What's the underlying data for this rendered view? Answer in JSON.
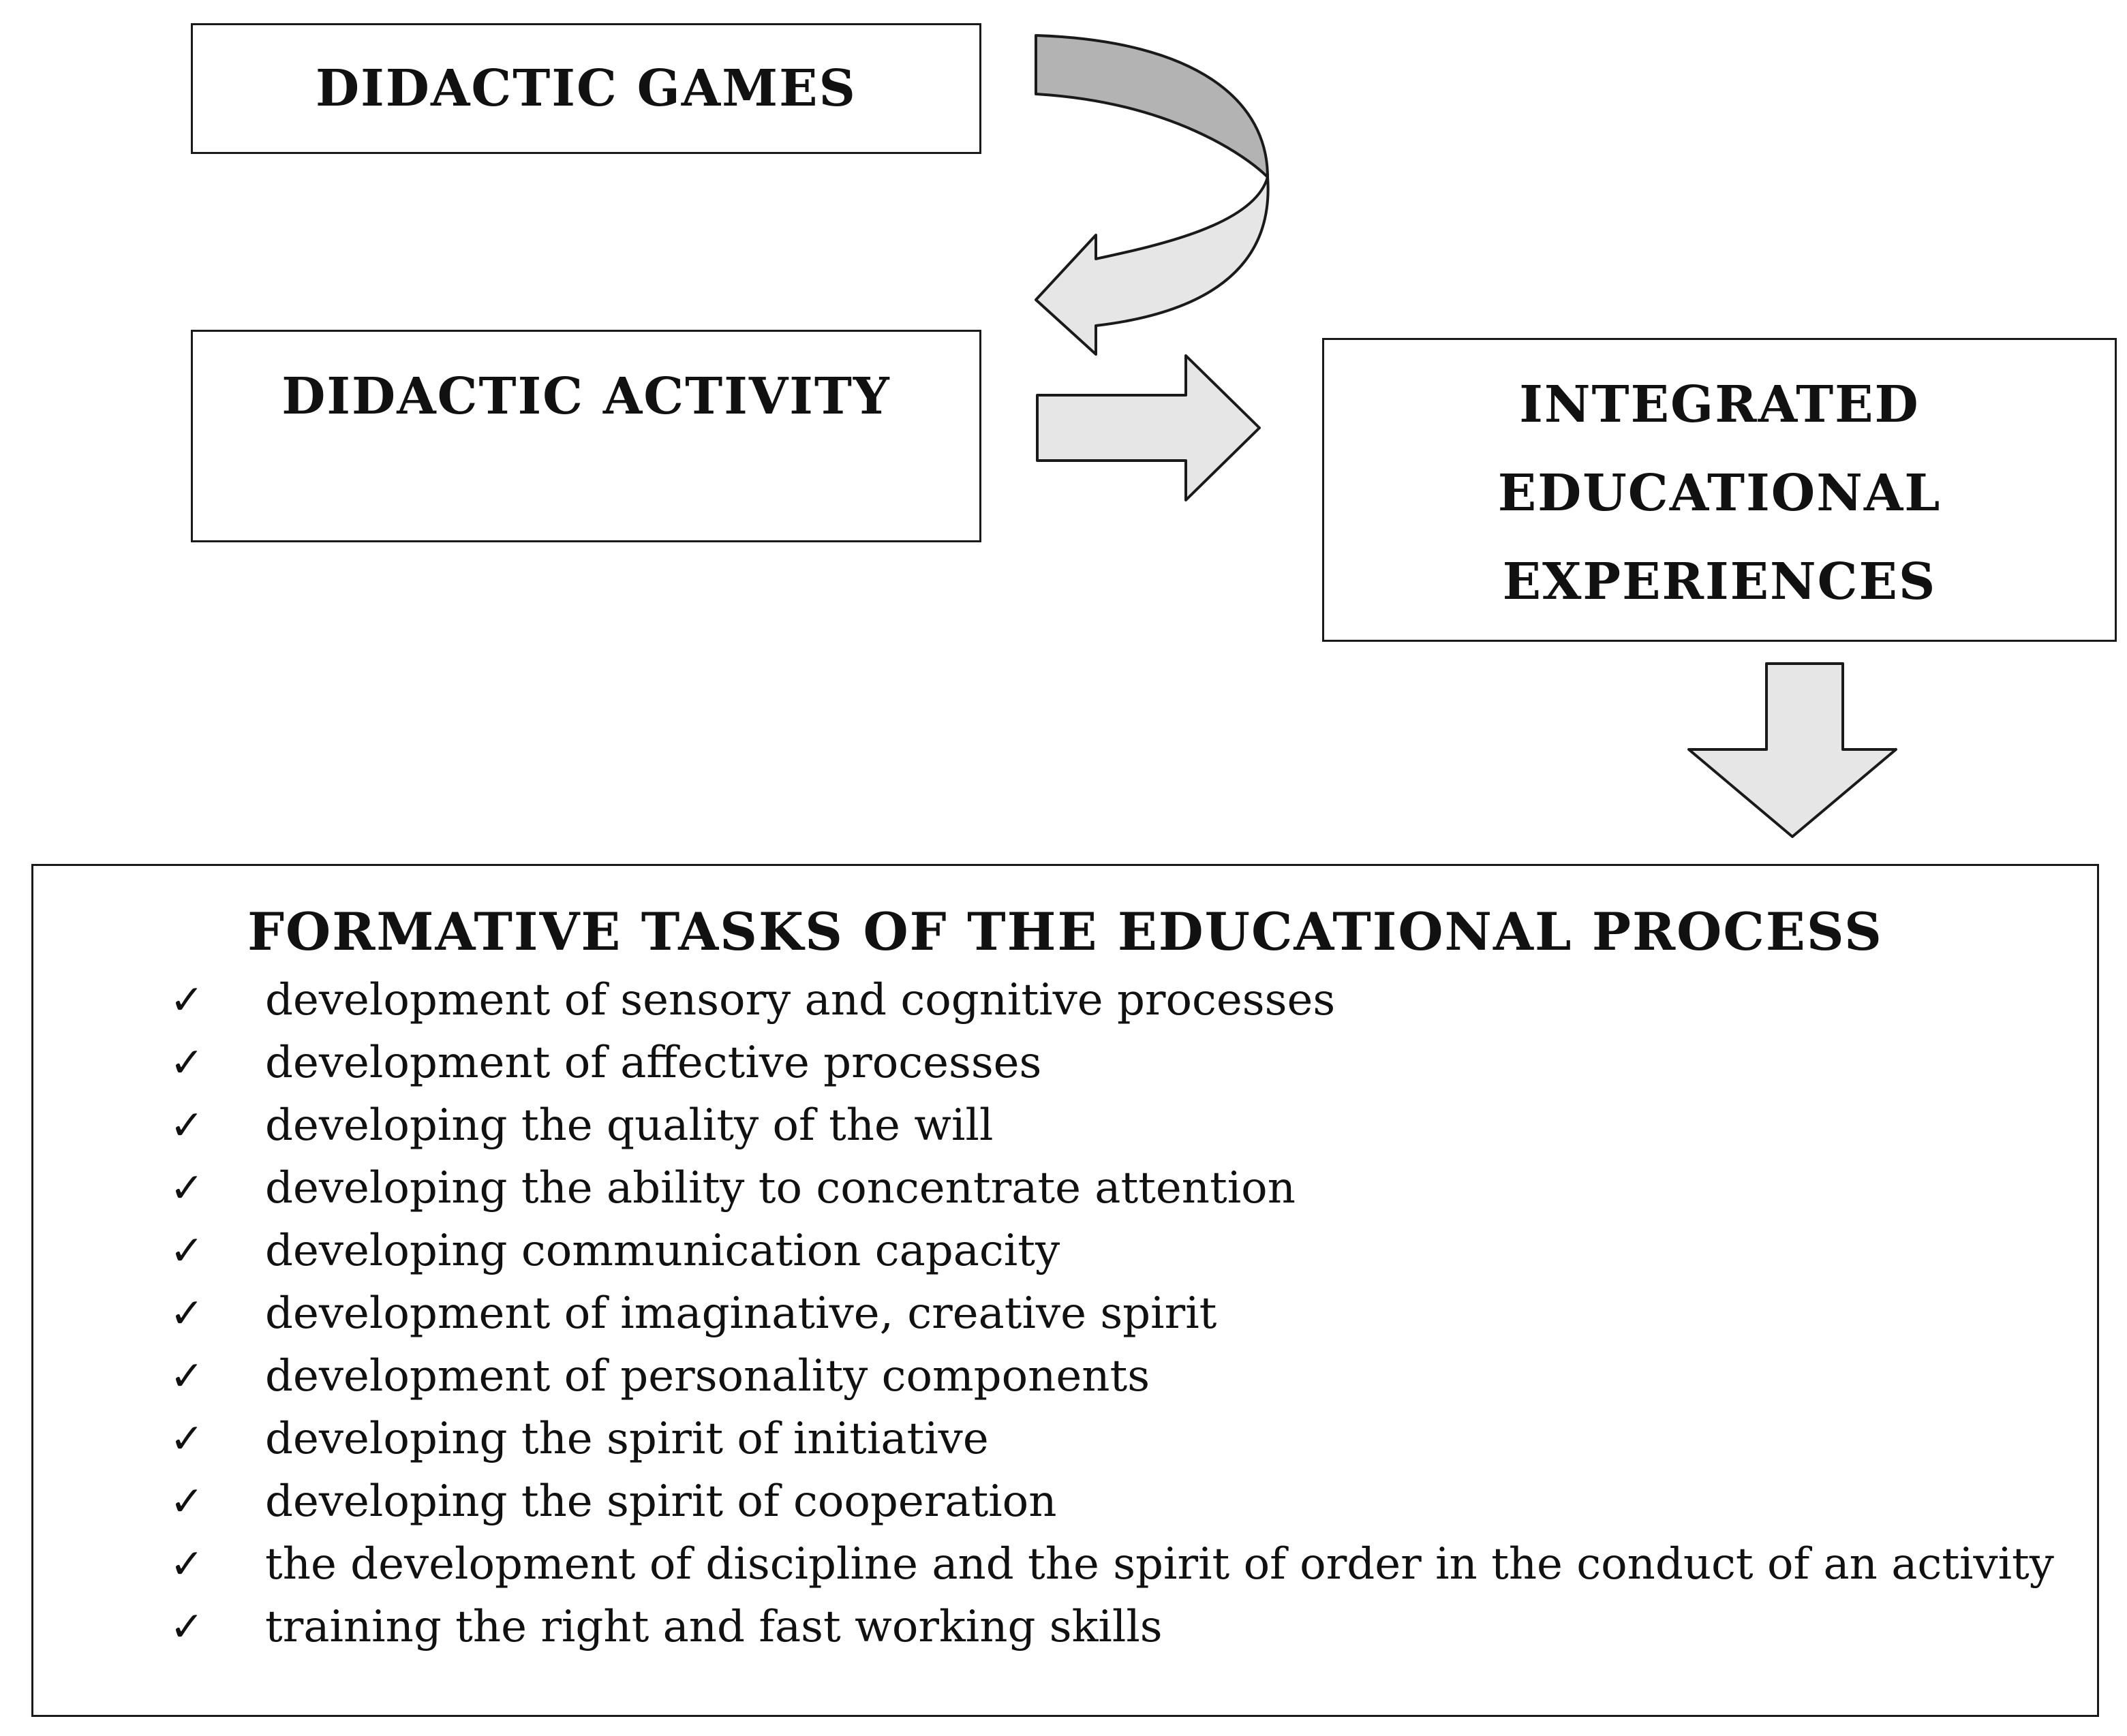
{
  "boxes": {
    "didactic_games": "DIDACTIC GAMES",
    "didactic_activity": "DIDACTIC ACTIVITY",
    "integrated": [
      "INTEGRATED",
      "EDUCATIONAL",
      "EXPERIENCES"
    ]
  },
  "formative": {
    "title": "FORMATIVE TASKS OF THE EDUCATIONAL PROCESS",
    "check_glyph": "✓",
    "tasks": [
      "development of sensory and cognitive processes",
      "development of affective processes",
      "developing the quality of the will",
      "developing the ability to concentrate attention",
      "developing communication capacity",
      "development of imaginative, creative spirit",
      "development of personality components",
      "developing the spirit of initiative",
      "developing the spirit of cooperation",
      "the development of discipline and the spirit of order in the conduct of an activity",
      "training the right and fast working skills"
    ]
  },
  "icons": {
    "curved_arrow": "curved-arrow-icon",
    "right_arrow": "right-arrow-icon",
    "down_arrow": "down-arrow-icon",
    "check": "check-icon"
  },
  "colors": {
    "arrow_fill_light": "#e6e6e6",
    "arrow_fill_dark": "#b3b3b3",
    "stroke": "#1a1a1a"
  }
}
